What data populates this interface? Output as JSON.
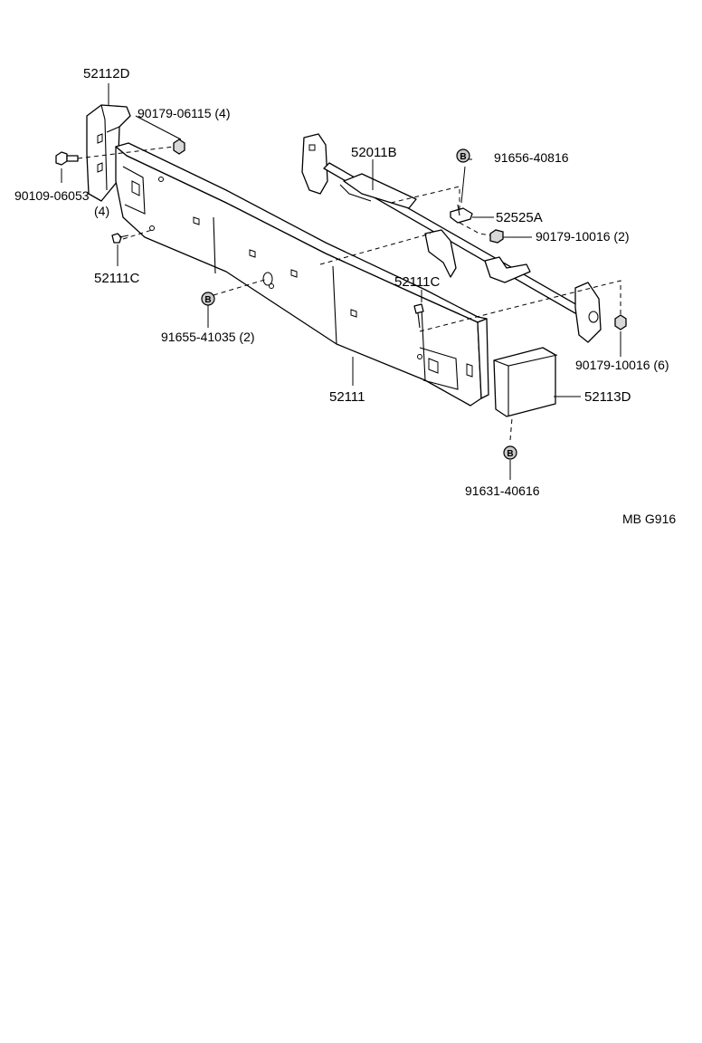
{
  "labels": {
    "p52112D": "52112D",
    "p90179_06115": "90179-06115 (4)",
    "p90109_06053": "90109-06053",
    "p90109_06053_qty": "(4)",
    "p52111C_left": "52111C",
    "p91655_41035": "91655-41035 (2)",
    "p52011B": "52011B",
    "p91656_40816": "91656-40816",
    "p52525A": "52525A",
    "p90179_10016_2": "90179-10016 (2)",
    "p52111C_mid": "52111C",
    "p90179_10016_6": "90179-10016 (6)",
    "p52111": "52111",
    "p52113D": "52113D",
    "p91631_40616": "91631-40616",
    "code": "MB G916"
  },
  "badge_letter": "B"
}
